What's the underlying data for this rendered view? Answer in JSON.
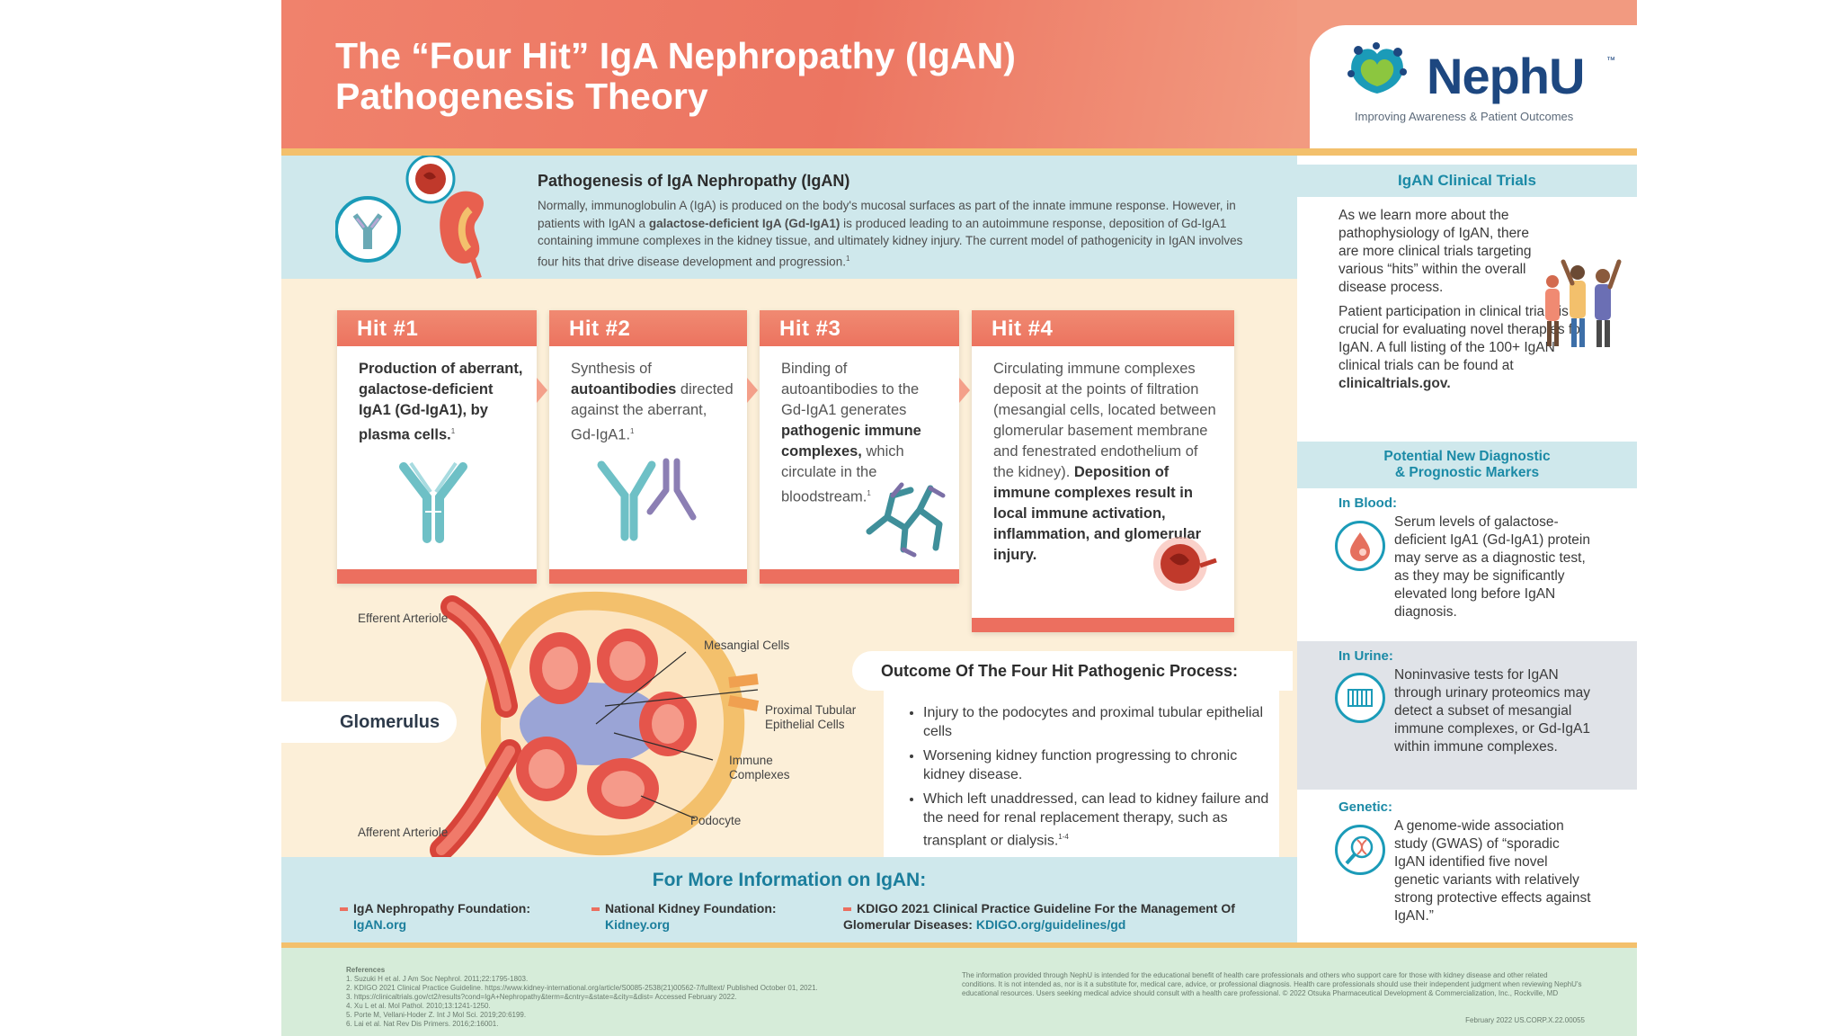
{
  "header": {
    "title_line1": "The “Four Hit” IgA Nephropathy (IgAN)",
    "title_line2": "Pathogenesis Theory"
  },
  "brand": {
    "name": "NephU",
    "tm": "™",
    "tagline": "Improving Awareness & Patient Outcomes"
  },
  "intro": {
    "heading": "Pathogenesis of IgA Nephropathy (IgAN)",
    "p1": "Normally, immunoglobulin A (IgA) is produced on the body's mucosal surfaces as part of the innate immune response. However, in patients with IgAN a ",
    "p_bold": "galactose-deficient IgA (Gd-IgA1)",
    "p2": " is produced leading to an autoimmune response, deposition of Gd-IgA1 containing immune complexes in the kidney tissue, and ultimately kidney injury. The current model of pathogenicity in IgAN involves four hits that drive disease development and progression.",
    "sup": "1"
  },
  "hits": [
    {
      "title": "Hit #1",
      "bold1": "Production of aberrant, galactose-deficient IgA1 (Gd-IgA1), by plasma cells.",
      "sup": "1"
    },
    {
      "title": "Hit #2",
      "t1": "Synthesis of ",
      "bold1": "autoantibodies",
      "t2": " directed against the aberrant, Gd-IgA1.",
      "sup": "1"
    },
    {
      "title": "Hit #3",
      "t1": "Binding of autoantibodies to the Gd-IgA1 generates ",
      "bold1": "pathogenic immune complexes,",
      "t2": " which circulate in the bloodstream.",
      "sup": "1"
    },
    {
      "title": "Hit #4",
      "t1": "Circulating immune complexes deposit at the points of filtration (mesangial cells, located between glomerular basement membrane and fenestrated endothelium of the kidney). ",
      "bold1": "Deposition of immune complexes result in local immune activation, inflammation, and glomerular injury."
    }
  ],
  "diagram": {
    "title": "Glomerulus",
    "efferent": "Efferent Arteriole",
    "afferent": "Afferent Arteriole",
    "mesangial": "Mesangial Cells",
    "proximal": "Proximal Tubular Epithelial Cells",
    "immune": "Immune Complexes",
    "podocyte": "Podocyte"
  },
  "outcome": {
    "title": "Outcome Of The Four Hit Pathogenic Process:",
    "items": [
      "Injury to the podocytes and proximal tubular epithelial cells",
      "Worsening kidney function progressing to chronic kidney disease.",
      "Which left unaddressed, can lead to kidney failure and the need for renal replacement therapy, such as transplant or dialysis."
    ],
    "sup": "1-4"
  },
  "more_info": {
    "title": "For More Information on IgAN:",
    "items": [
      {
        "label": "IgA Nephropathy Foundation:",
        "link": "IgAN.org"
      },
      {
        "label": "National Kidney Foundation:",
        "link": "Kidney.org"
      },
      {
        "label": "KDIGO 2021 Clinical Practice Guideline For the Management Of Glomerular Diseases:",
        "link": "KDIGO.org/guidelines/gd"
      }
    ]
  },
  "sidebar": {
    "trials_head": "IgAN Clinical Trials",
    "trials_p1": "As we learn more about the pathophysiology of IgAN, there are more clinical trials targeting various “hits” within the overall disease process.",
    "trials_p2a": "Patient participation in clinical trials is crucial for evaluating novel therapies for IgAN.",
    "trials_p2b": " A full listing of the 100+ IgAN clinical trials can be found at",
    "trials_link": "clinicaltrials.gov.",
    "markers_head_1": "Potential New Diagnostic",
    "markers_head_2": "& Prognostic Markers",
    "blood_label": "In Blood:",
    "blood_text": "Serum levels of galactose-deficient IgA1 (Gd-IgA1) protein may serve as a diagnostic test, as they may be significantly elevated long before IgAN diagnosis.",
    "urine_label": "In Urine:",
    "urine_text": "Noninvasive tests for IgAN through urinary proteomics may detect a subset of mesangial immune complexes, or Gd-IgA1 within immune complexes.",
    "genetic_label": "Genetic:",
    "genetic_text": "A genome-wide association study (GWAS) of “sporadic IgAN identified five novel genetic variants with relatively strong protective effects against IgAN.”"
  },
  "footer": {
    "refs_title": "References",
    "refs": [
      "1. Suzuki H et al. J Am Soc Nephrol. 2011;22:1795-1803.",
      "2. KDIGO 2021 Clinical Practice Guideline. https://www.kidney-international.org/article/S0085-2538(21)00562-7/fulltext/ Published October 01, 2021.",
      "3. https://clinicaltrials.gov/ct2/results?cond=IgA+Nephropathy&term=&cntry=&state=&city=&dist= Accessed February 2022.",
      "4. Xu L et al. Mol Pathol. 2010;13:1241-1250.",
      "5. Porte M, Vellani-Hoder Z. Int J Mol Sci. 2019;20:6199.",
      "6. Lai et al. Nat Rev Dis Primers. 2016;2:16001."
    ],
    "disclaimer": "The information provided through NephU is intended for the educational benefit of health care professionals and others who support care for those with kidney disease and other related conditions. It is not intended as, nor is it a substitute for, medical care, advice, or professional diagnosis. Health care professionals should use their independent judgment when reviewing NephU's educational resources. Users seeking medical advice should consult with a health care professional. © 2022 Otsuka Pharmaceutical Development & Commercialization, Inc., Rockville, MD",
    "code": "February 2022  US.CORP.X.22.00055"
  },
  "colors": {
    "coral": "#ec735f",
    "teal": "#1b8aa6",
    "navy": "#1d4780",
    "light_blue": "#cfe8ec",
    "cream": "#fcefd8",
    "gold": "#f3c06c"
  }
}
